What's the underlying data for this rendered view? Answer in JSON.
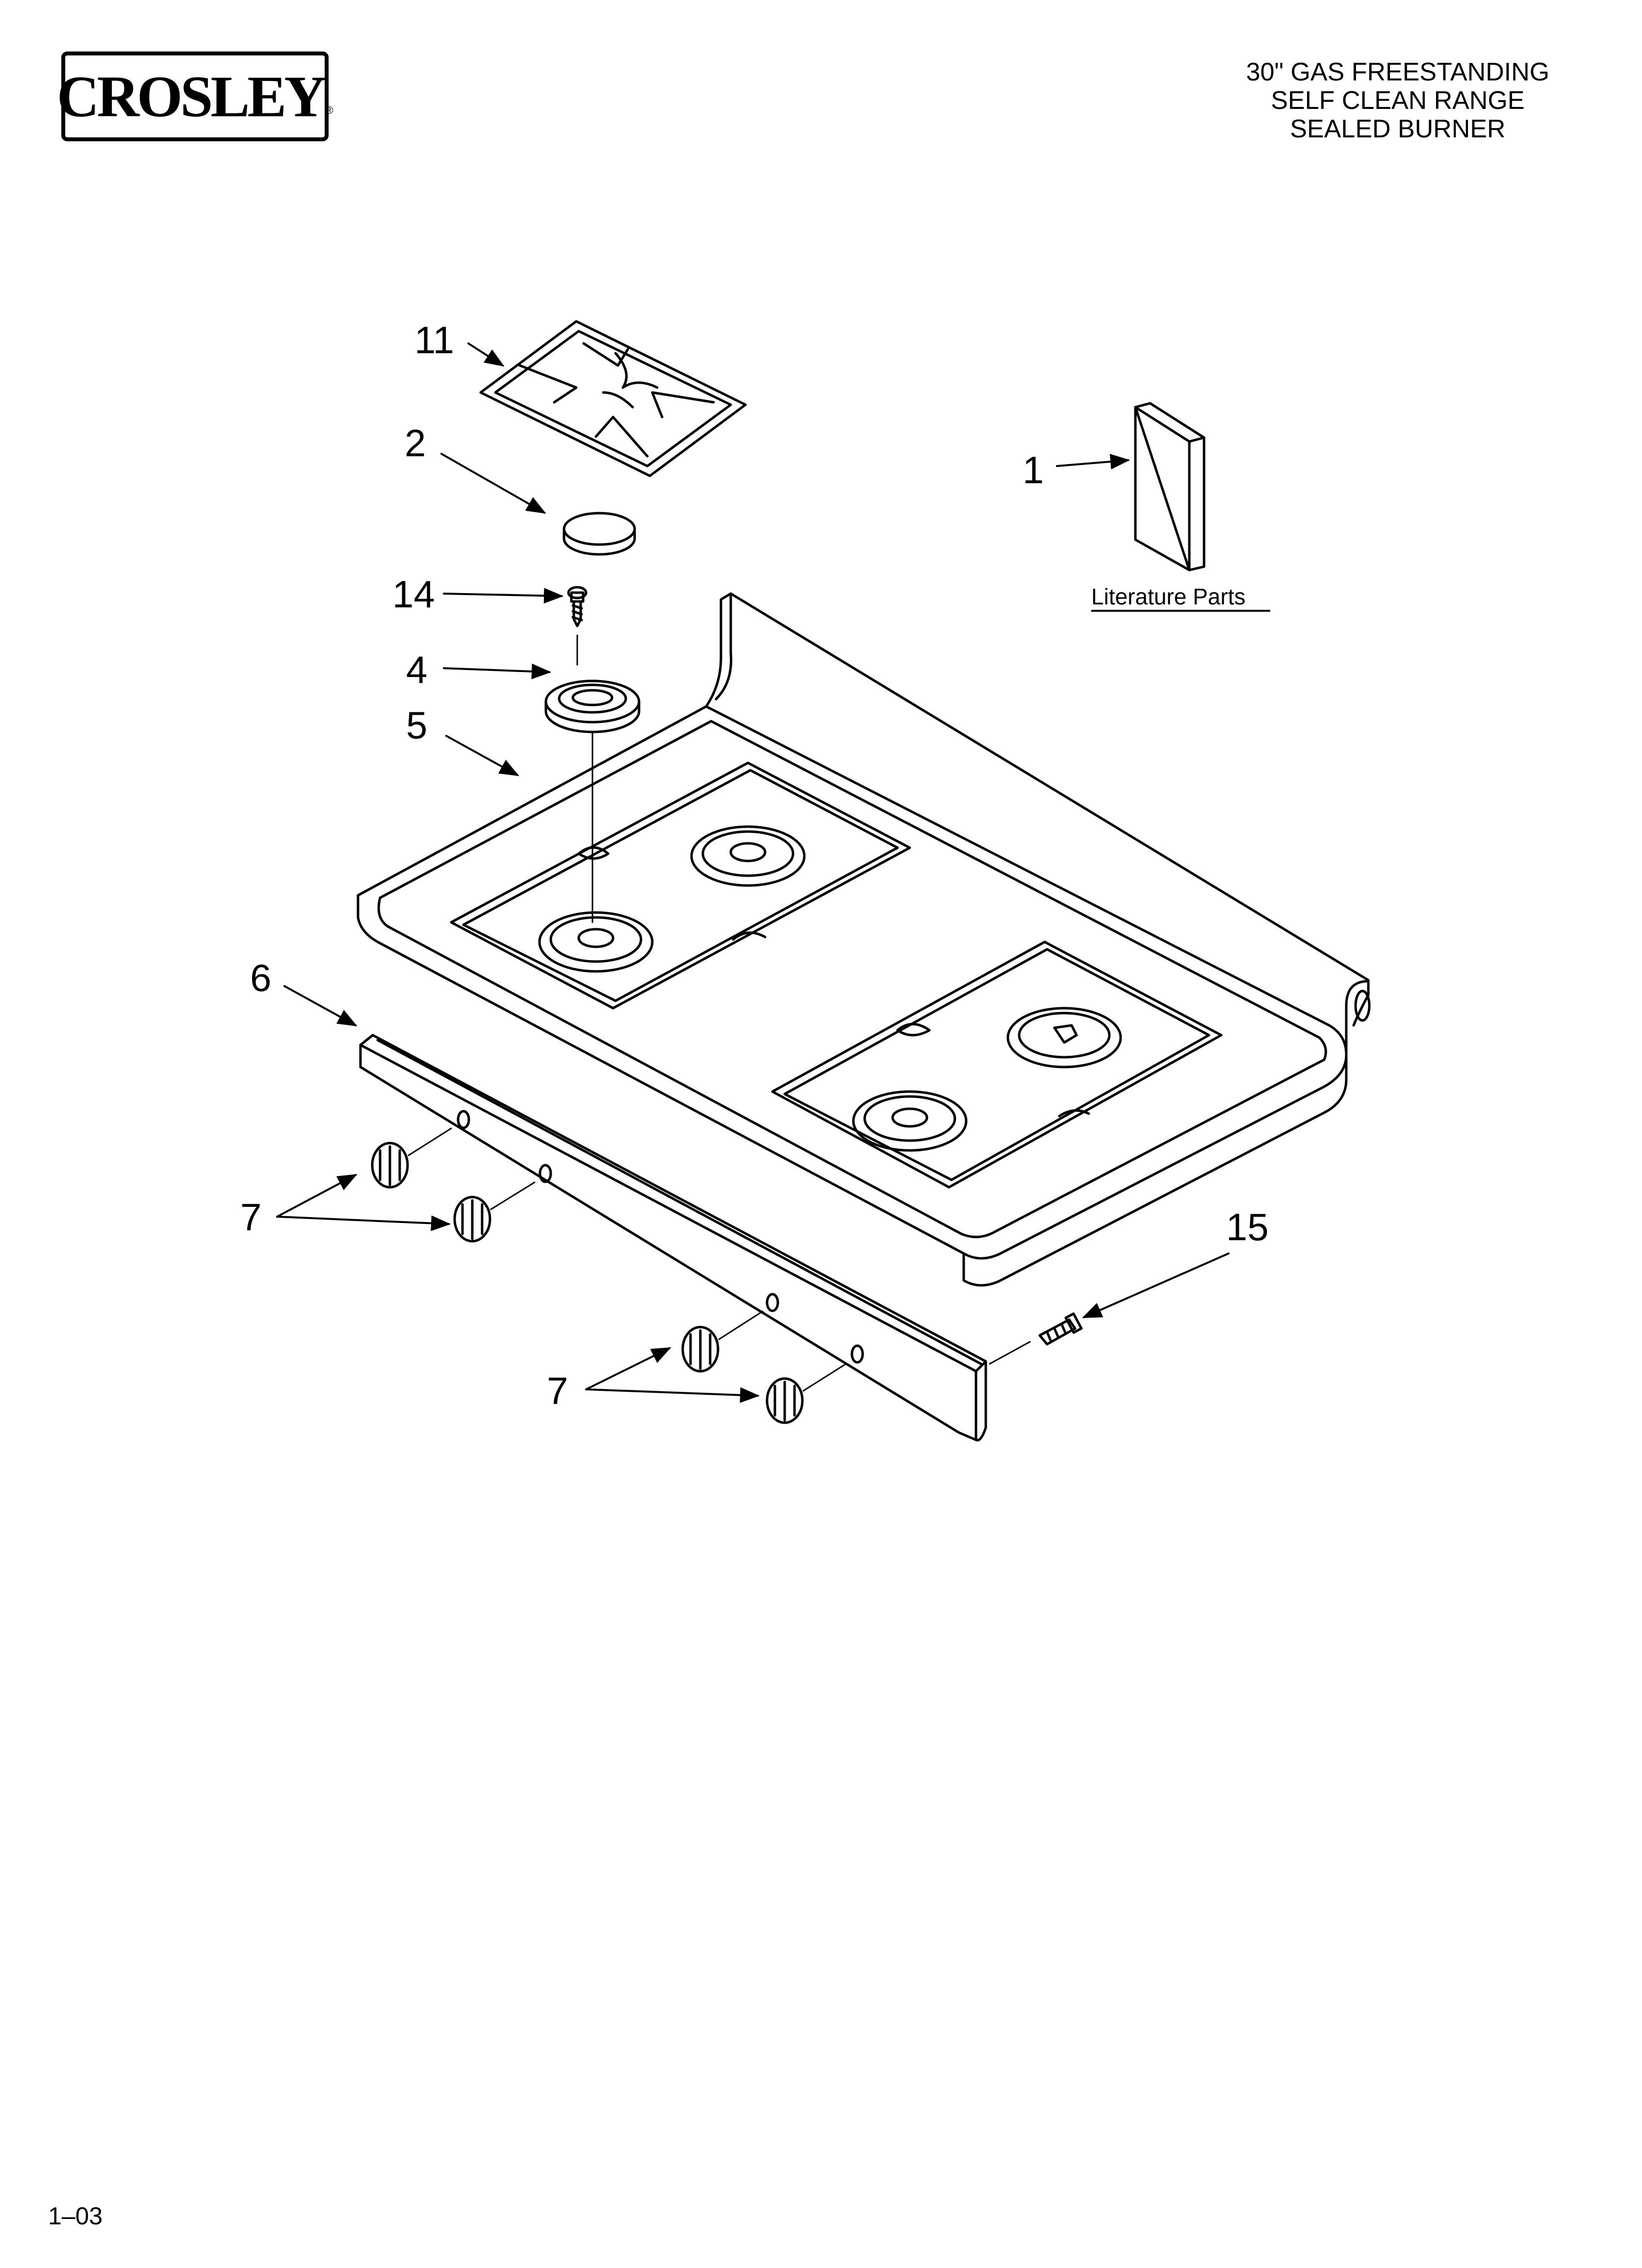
{
  "brand": {
    "name": "CROSLEY",
    "registered_mark": "®"
  },
  "title": {
    "line1": "30\" GAS FREESTANDING",
    "line2": "SELF CLEAN RANGE",
    "line3": "SEALED BURNER"
  },
  "callouts": {
    "c11": "11",
    "c2": "2",
    "c1": "1",
    "c14": "14",
    "c4": "4",
    "c5": "5",
    "c6": "6",
    "c7a": "7",
    "c7b": "7",
    "c15": "15"
  },
  "literature_label": "Literature Parts",
  "footer": {
    "page_code": "1–03"
  },
  "colors": {
    "line": "#000000",
    "background": "#ffffff"
  }
}
